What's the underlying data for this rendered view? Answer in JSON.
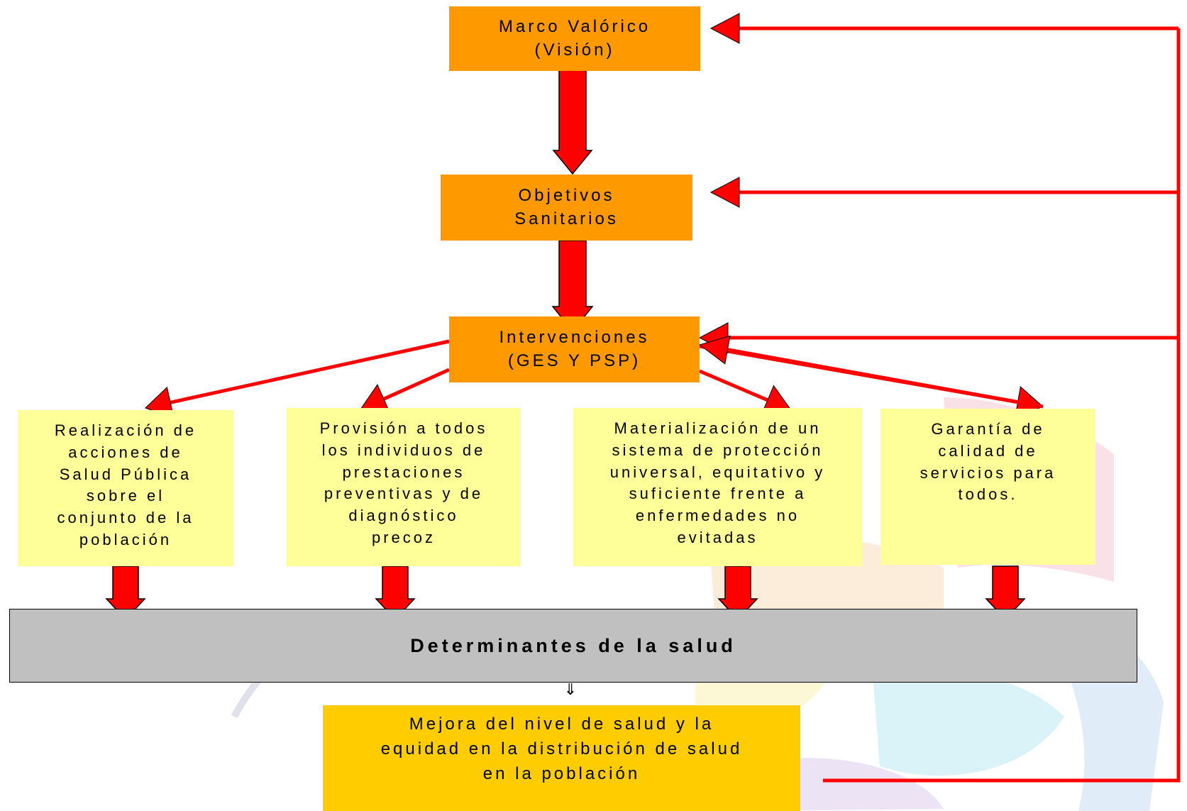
{
  "colors": {
    "header_box": "#ff9900",
    "outcome_box": "#ffff99",
    "determinants_box": "#c0c0c0",
    "result_box": "#ffcc00",
    "arrow": "#ff0000"
  },
  "nodes": {
    "vision": "Marco Valórico\n(Visión)",
    "objectives": "Objetivos\nSanitarios",
    "interventions": "Intervenciones\n(GES Y PSP)",
    "outcomes": [
      "Realización de\nacciones de\nSalud Pública\nsobre el\nconjunto de la\npoblación",
      "Provisión a todos\nlos individuos de\nprestaciones\npreventivas y de\ndiagnóstico\nprecoz",
      "Materialización de un\nsistema de protección\nuniversal, equitativo y\nsuficiente frente a\nenfermedades no\nevitadas",
      "Garantía de\ncalidad de\nservicios para\ntodos."
    ],
    "determinants": "Determinantes de la salud",
    "result_arrow_glyph": "⇓",
    "result": "Mejora del  nivel de salud y la\nequidad en la distribución de salud\nen la población"
  },
  "edges": [
    {
      "from": "vision",
      "to": "objectives"
    },
    {
      "from": "objectives",
      "to": "interventions"
    },
    {
      "from": "interventions",
      "to": "outcome-1"
    },
    {
      "from": "interventions",
      "to": "outcome-2"
    },
    {
      "from": "interventions",
      "to": "outcome-3"
    },
    {
      "from": "interventions",
      "to": "outcome-4"
    },
    {
      "from": "outcome-1",
      "to": "determinants"
    },
    {
      "from": "outcome-2",
      "to": "determinants"
    },
    {
      "from": "outcome-3",
      "to": "determinants"
    },
    {
      "from": "outcome-4",
      "to": "determinants"
    },
    {
      "from": "determinants",
      "to": "result"
    },
    {
      "from": "result",
      "to": "vision",
      "kind": "feedback"
    },
    {
      "from": "result",
      "to": "objectives",
      "kind": "feedback"
    },
    {
      "from": "result",
      "to": "interventions",
      "kind": "feedback"
    }
  ]
}
